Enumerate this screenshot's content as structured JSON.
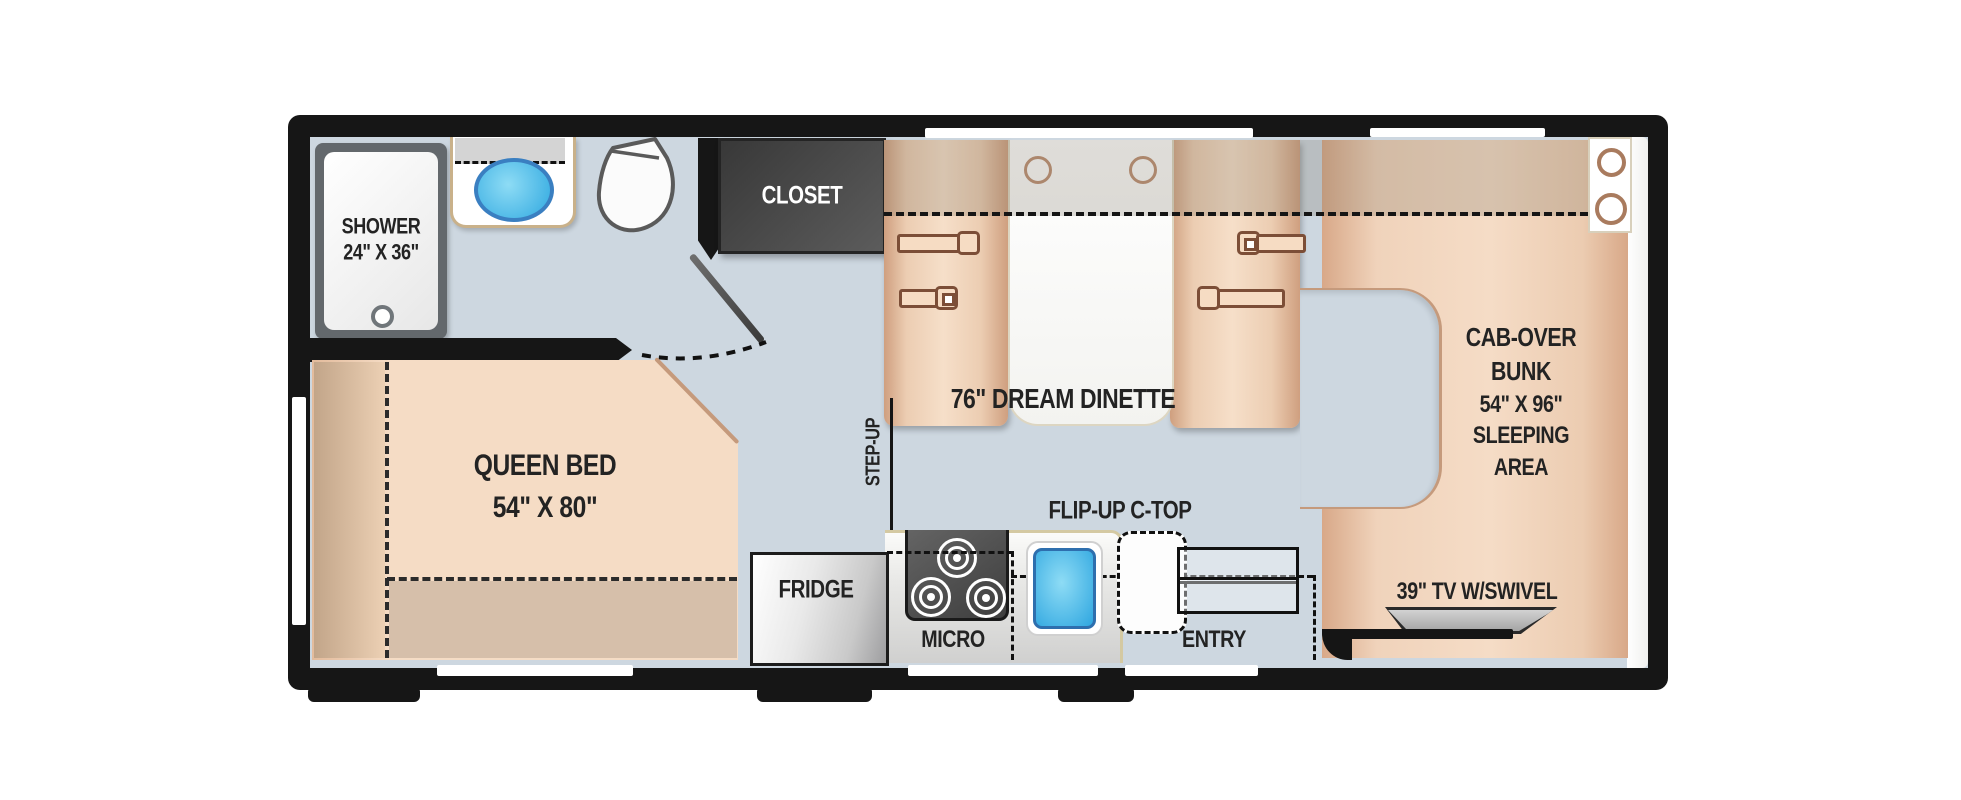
{
  "labels": {
    "shower_line1": "SHOWER",
    "shower_line2": "24\" X 36\"",
    "closet": "CLOSET",
    "dinette": "76\" DREAM DINETTE",
    "queen_bed_line1": "QUEEN BED",
    "queen_bed_line2": "54\" X 80\"",
    "step_up": "STEP-UP",
    "flip_up_ctop": "FLIP-UP C-TOP",
    "fridge": "FRIDGE",
    "micro": "MICRO",
    "entry": "ENTRY",
    "cab_over_line1": "CAB-OVER",
    "cab_over_line2": "BUNK",
    "cab_over_line3": "54\" X 96\"",
    "cab_over_line4": "SLEEPING",
    "cab_over_line5": "AREA",
    "tv": "39\" TV W/SWIVEL"
  },
  "colors": {
    "floor": "#cdd7e0",
    "wall": "#161616",
    "furniture_tan": "#f5dcc5",
    "furniture_tan_edge": "#cf9f7f",
    "overhead_tint": "#c7b9ab",
    "closet_gray": "#4a4a4a",
    "sink_blue": "#3fb0e8",
    "sink_rim_blue": "#2e6fae",
    "counter_trim": "#d4c9a2",
    "belt_outline": "#7c4e37",
    "text": "#232323"
  }
}
